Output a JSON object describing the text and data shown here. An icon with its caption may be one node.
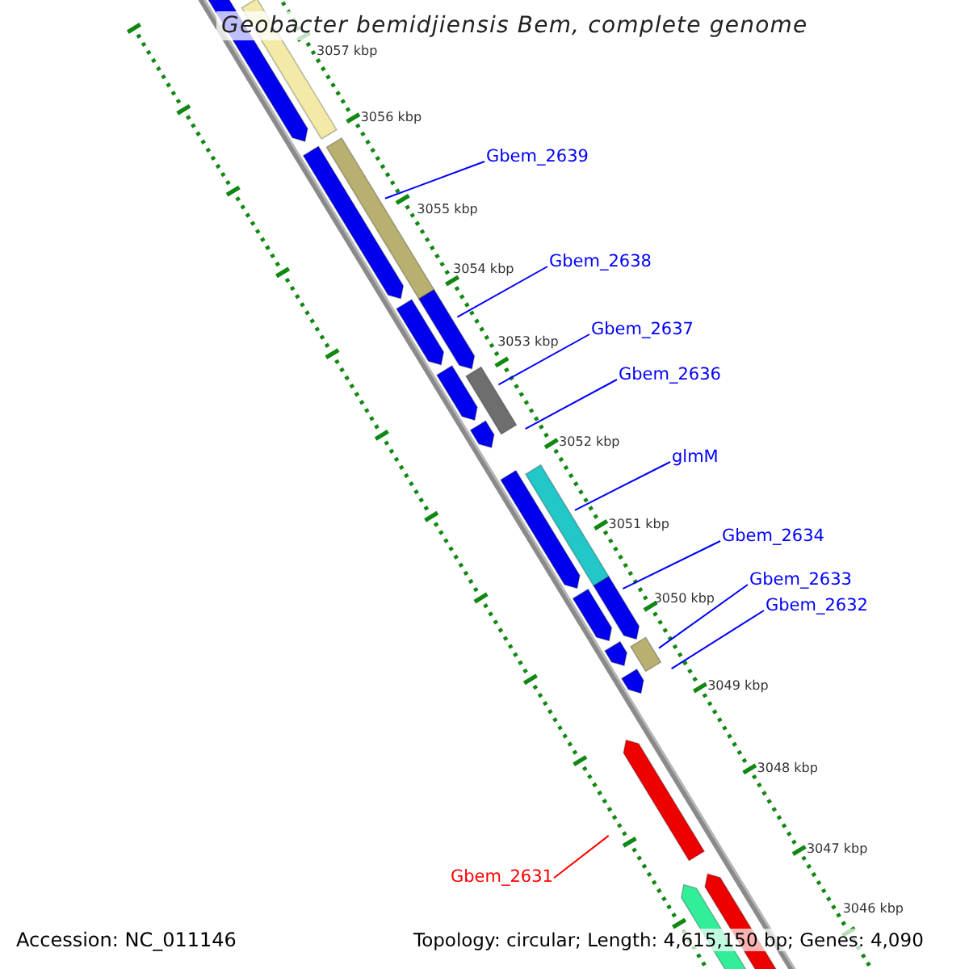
{
  "diagram": {
    "title": "Geobacter bemidjiensis Bem, complete genome",
    "nodes": [
      {
        "text": [
          "Gbem_2639"
        ]
      },
      {
        "text": [
          "Gbem_2638"
        ]
      },
      {
        "text": [
          "Gbem_2637"
        ]
      },
      {
        "text": [
          "Gbem_2636"
        ]
      },
      {
        "text": [
          "glmM"
        ]
      },
      {
        "text": [
          "Gbem_2634"
        ]
      },
      {
        "text": [
          "Gbem_2633"
        ]
      },
      {
        "text": [
          "Gbem_2632"
        ]
      },
      {
        "text": [
          "Gbem_2631"
        ]
      }
    ],
    "edges": [
      {
        "from": 0,
        "to": null,
        "arrow": "none"
      },
      {
        "from": 1,
        "to": null,
        "arrow": "none"
      },
      {
        "from": 2,
        "to": null,
        "arrow": "none"
      },
      {
        "from": 3,
        "to": null,
        "arrow": "none"
      },
      {
        "from": 4,
        "to": null,
        "arrow": "none"
      },
      {
        "from": 5,
        "to": null,
        "arrow": "none"
      },
      {
        "from": 6,
        "to": null,
        "arrow": "none"
      },
      {
        "from": 7,
        "to": null,
        "arrow": "none"
      },
      {
        "from": 8,
        "to": null,
        "arrow": "none",
        "color": "#ff0000"
      }
    ],
    "labels": [
      "3057 kbp",
      "3056 kbp",
      "3055 kbp",
      "3054 kbp",
      "3053 kbp",
      "3052 kbp",
      "3051 kbp",
      "3050 kbp",
      "3049 kbp",
      "3048 kbp",
      "3047 kbp",
      "3046 kbp",
      "Accession: NC_011146",
      "Topology: circular; Length: 4,615,150 bp; Genes: 4,090"
    ]
  }
}
